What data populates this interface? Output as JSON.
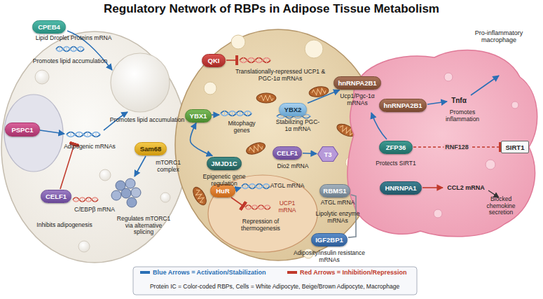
{
  "diagram": {
    "title": "Regulatory Network of RBPs in Adipose Tissue Metabolism",
    "nodes": [
      {
        "text": [
          "CPEB4"
        ]
      },
      {
        "text": [
          "PSPC1"
        ]
      },
      {
        "text": [
          "Sam68"
        ]
      },
      {
        "text": [
          "CELF1"
        ]
      },
      {
        "text": [
          "QKI"
        ]
      },
      {
        "text": [
          "YBX1"
        ]
      },
      {
        "text": [
          "YBX2"
        ]
      },
      {
        "text": [
          "hnRNPA2B1"
        ]
      },
      {
        "text": [
          "JMJD1C"
        ]
      },
      {
        "text": [
          "CELF1"
        ]
      },
      {
        "text": [
          "T3"
        ]
      },
      {
        "text": [
          "HuR"
        ]
      },
      {
        "text": [
          "RBMS1"
        ]
      },
      {
        "text": [
          "IGF2BP1"
        ]
      },
      {
        "text": [
          "hnRNPA2B1"
        ]
      },
      {
        "text": [
          "ZFP36"
        ]
      },
      {
        "text": [
          "SIRT1"
        ]
      },
      {
        "text": [
          "HNRNPA1"
        ]
      }
    ],
    "edges": [
      {
        "from": 5,
        "to": 8,
        "arrow": "both"
      },
      {
        "from": 6,
        "to": 7,
        "arrow": "to"
      },
      {
        "from": 9,
        "to": 10,
        "arrow": "to"
      },
      {
        "from": 12,
        "to": 13,
        "arrow": "none"
      },
      {
        "from": 15,
        "to": 16,
        "label": "RNF128",
        "arrow": "none"
      }
    ],
    "labels": [
      "Lipid Droplet Proteins mRNA",
      "Promotes lipid accumulation",
      "Promotes lipid accumulation",
      "Adipogenic mRNAs",
      "mTORC1 complex",
      "C/EBPβ mRNA",
      "Inhibits adipogenesis",
      "Regulates mTORC1 via alternative splicing",
      "Translationally-repressed UCP1 & PGC-1α mRNAs",
      "Mitophagy genes",
      "Epigenetic gene regulation",
      "Stabilizing PGC-1α mRNA",
      "Ucp1/Pgc-1α mRNAs",
      "Dio2 mRNA",
      "ATGL mRNA",
      "UCP1 mRNA",
      "Repression of thermogenesis",
      "ATGL mRNA",
      "Lipolytic enzyme mRNAs",
      "Adiposity/insulin resistance mRNAs",
      "Pro-inflammatory macrophage",
      "Tnfα",
      "Promotes inflammation",
      "Protects SIRT1",
      "CCL2 mRNA",
      "Blocked chemokine secretion",
      "Protein IC = Color-coded RBPs, Cells = White Adipocyte, Beige/Brown Adipocyte, Macrophage"
    ],
    "legend": [
      {
        "text": "Blue Arrows = Activation/Stabilization",
        "color": "#2a6fb5"
      },
      {
        "text": "Red Arrows = Inhibition/Repression",
        "color": "#c0392b"
      }
    ]
  }
}
